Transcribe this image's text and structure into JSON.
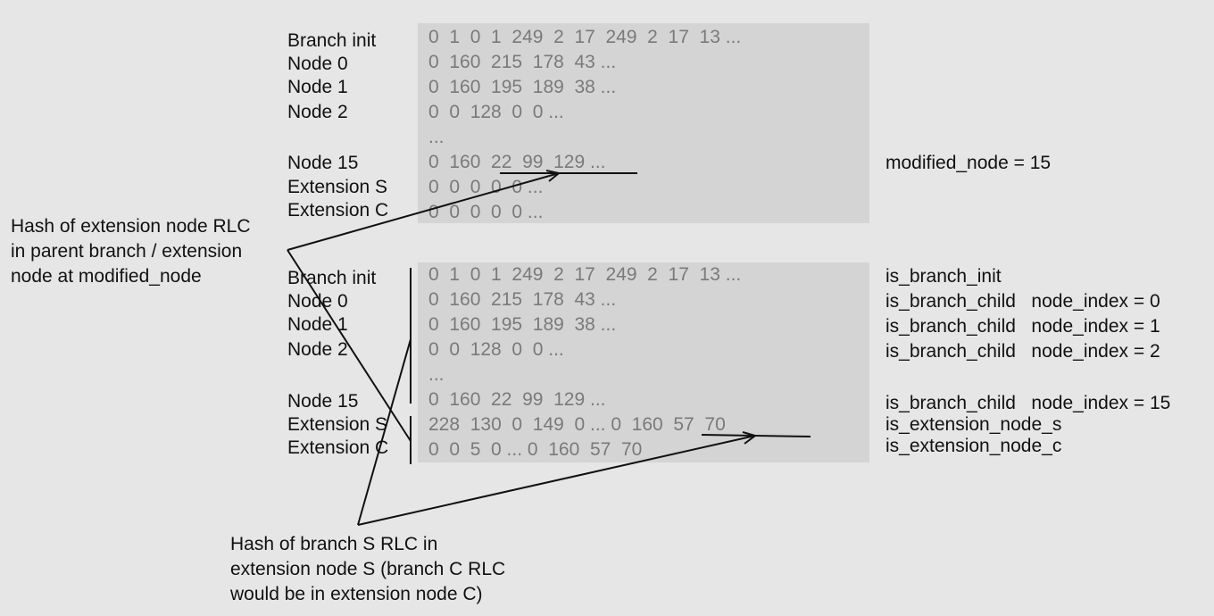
{
  "top_section": {
    "rows": [
      {
        "label": "Branch init",
        "value": "0  1  0  1  249  2  17  249  2  17  13 ..."
      },
      {
        "label": "Node 0",
        "value": "0  160  215  178  43 ..."
      },
      {
        "label": "Node 1",
        "value": "0  160  195  189  38 ..."
      },
      {
        "label": "Node 2",
        "value": "0  0  128  0  0 ..."
      },
      {
        "label": "",
        "value": "..."
      },
      {
        "label": "Node 15",
        "value": "0  160  22  99  129 ..."
      },
      {
        "label": "Extension S",
        "value": "0  0  0  0  0 ..."
      },
      {
        "label": "Extension C",
        "value": "0  0  0  0  0 ..."
      }
    ],
    "modified_node_text": "modified_node = 15"
  },
  "bottom_section": {
    "rows": [
      {
        "label": "Branch init",
        "value": "0  1  0  1  249  2  17  249  2  17  13 ...",
        "flag": "is_branch_init"
      },
      {
        "label": "Node 0",
        "value": "0  160  215  178  43 ...",
        "flag": "is_branch_child   node_index = 0"
      },
      {
        "label": "Node 1",
        "value": "0  160  195  189  38 ...",
        "flag": "is_branch_child   node_index = 1"
      },
      {
        "label": "Node 2",
        "value": "0  0  128  0  0 ...",
        "flag": "is_branch_child   node_index = 2"
      },
      {
        "label": "",
        "value": "...",
        "flag": ""
      },
      {
        "label": "Node 15",
        "value": "0  160  22  99  129 ...",
        "flag": "is_branch_child   node_index = 15"
      },
      {
        "label": "Extension S",
        "value": "228  130  0  149  0 ... 0  160  57  70",
        "flag": "is_extension_node_s"
      },
      {
        "label": "Extension C",
        "value": "0  0  5  0 ... 0  160  57  70",
        "flag": "is_extension_node_c"
      }
    ]
  },
  "annotations": {
    "left_note": "Hash of extension node RLC\nin parent branch / extension\nnode at modified_node",
    "bottom_note": "Hash of branch S RLC in\nextension node S (branch C RLC\nwould be in extension node C)"
  }
}
